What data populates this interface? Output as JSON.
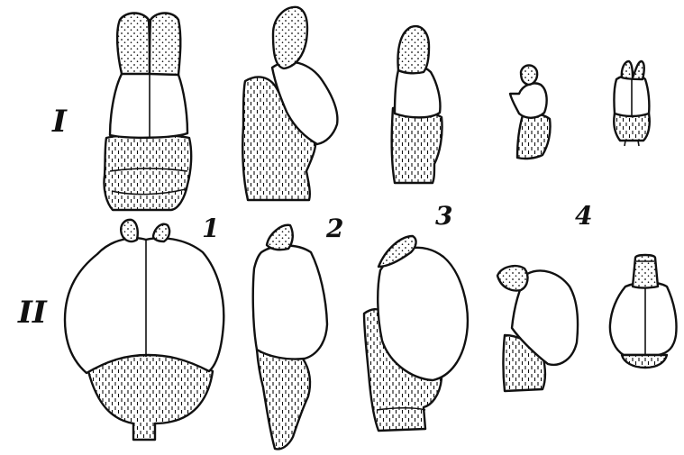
{
  "figure": {
    "row_labels": [
      {
        "id": "row-1",
        "text": "I"
      },
      {
        "id": "row-2",
        "text": "II"
      }
    ],
    "column_labels": [
      {
        "id": "col-1",
        "text": "1"
      },
      {
        "id": "col-2",
        "text": "2"
      },
      {
        "id": "col-3",
        "text": "3"
      },
      {
        "id": "col-4",
        "text": "4"
      }
    ]
  },
  "colors": {
    "ink": "#111111",
    "paper": "#ffffff"
  }
}
